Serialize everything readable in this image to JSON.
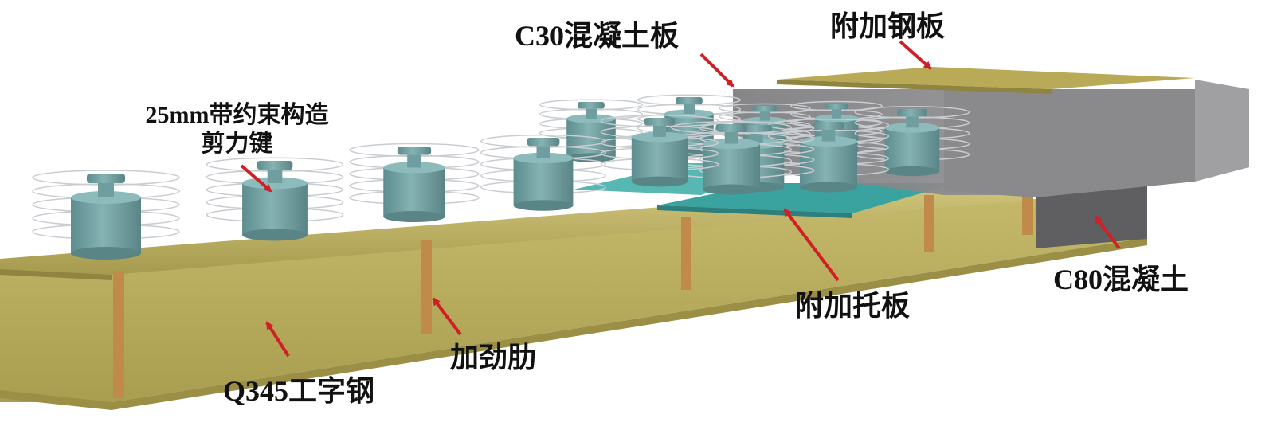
{
  "labels": {
    "c30_slab": "C30混凝土板",
    "added_steel_plate": "附加钢板",
    "shear_key_line1": "25mm带约束构造",
    "shear_key_line2": "剪力键",
    "c80_concrete": "C80混凝土",
    "added_bracket_plate": "附加托板",
    "stiffener": "加劲肋",
    "i_beam": "Q345工字钢"
  },
  "colors": {
    "steel_beam": "#b5a85a",
    "steel_beam_dark": "#8f8440",
    "stiffener": "#c08a4a",
    "shear_key": "#6f9ea0",
    "shear_key_dark": "#557f81",
    "bracket_plate": "#3aa3a0",
    "c30_concrete": "#8d8d90",
    "c80_concrete": "#6a6a6c",
    "steel_plate": "#b9aa58",
    "arrow": "#d21f26"
  }
}
